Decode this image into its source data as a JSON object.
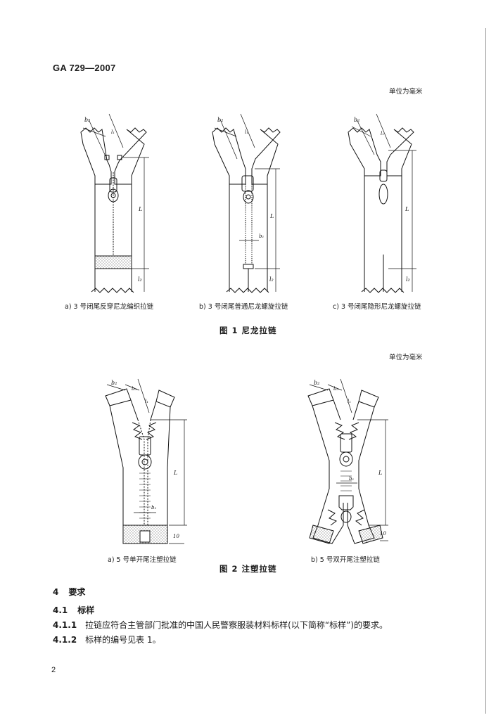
{
  "header": {
    "standard_no": "GA 729—2007"
  },
  "unit_note": "单位为毫米",
  "figure1": {
    "title": "图 1   尼龙拉链",
    "captions": [
      "a) 3 号闭尾反穿尼龙编织拉链",
      "b) 3 号闭尾普通尼龙螺旋拉链",
      "c) 3 号闭尾隐形尼龙螺旋拉链"
    ],
    "labels": {
      "b2": "b₂",
      "l1": "l₁",
      "L": "L",
      "l2": "l₂",
      "b1": "b₁"
    }
  },
  "figure2": {
    "title": "图 2   注塑拉链",
    "captions": [
      "a) 5 号单开尾注塑拉链",
      "b) 5 号双开尾注塑拉链"
    ],
    "labels": {
      "b2": "b₂",
      "b3": "b₃",
      "l1": "l₁",
      "L": "L",
      "b1": "b₁",
      "dim10": "10"
    }
  },
  "section": {
    "heading_num": "4",
    "heading": "要求",
    "sub_num": "4.1",
    "sub": "标样",
    "p1_num": "4.1.1",
    "p1": "拉链应符合主管部门批准的中国人民警察服装材料标样(以下简称“标样”)的要求。",
    "p2_num": "4.1.2",
    "p2": "标样的编号见表 1。"
  },
  "page_number": "2"
}
